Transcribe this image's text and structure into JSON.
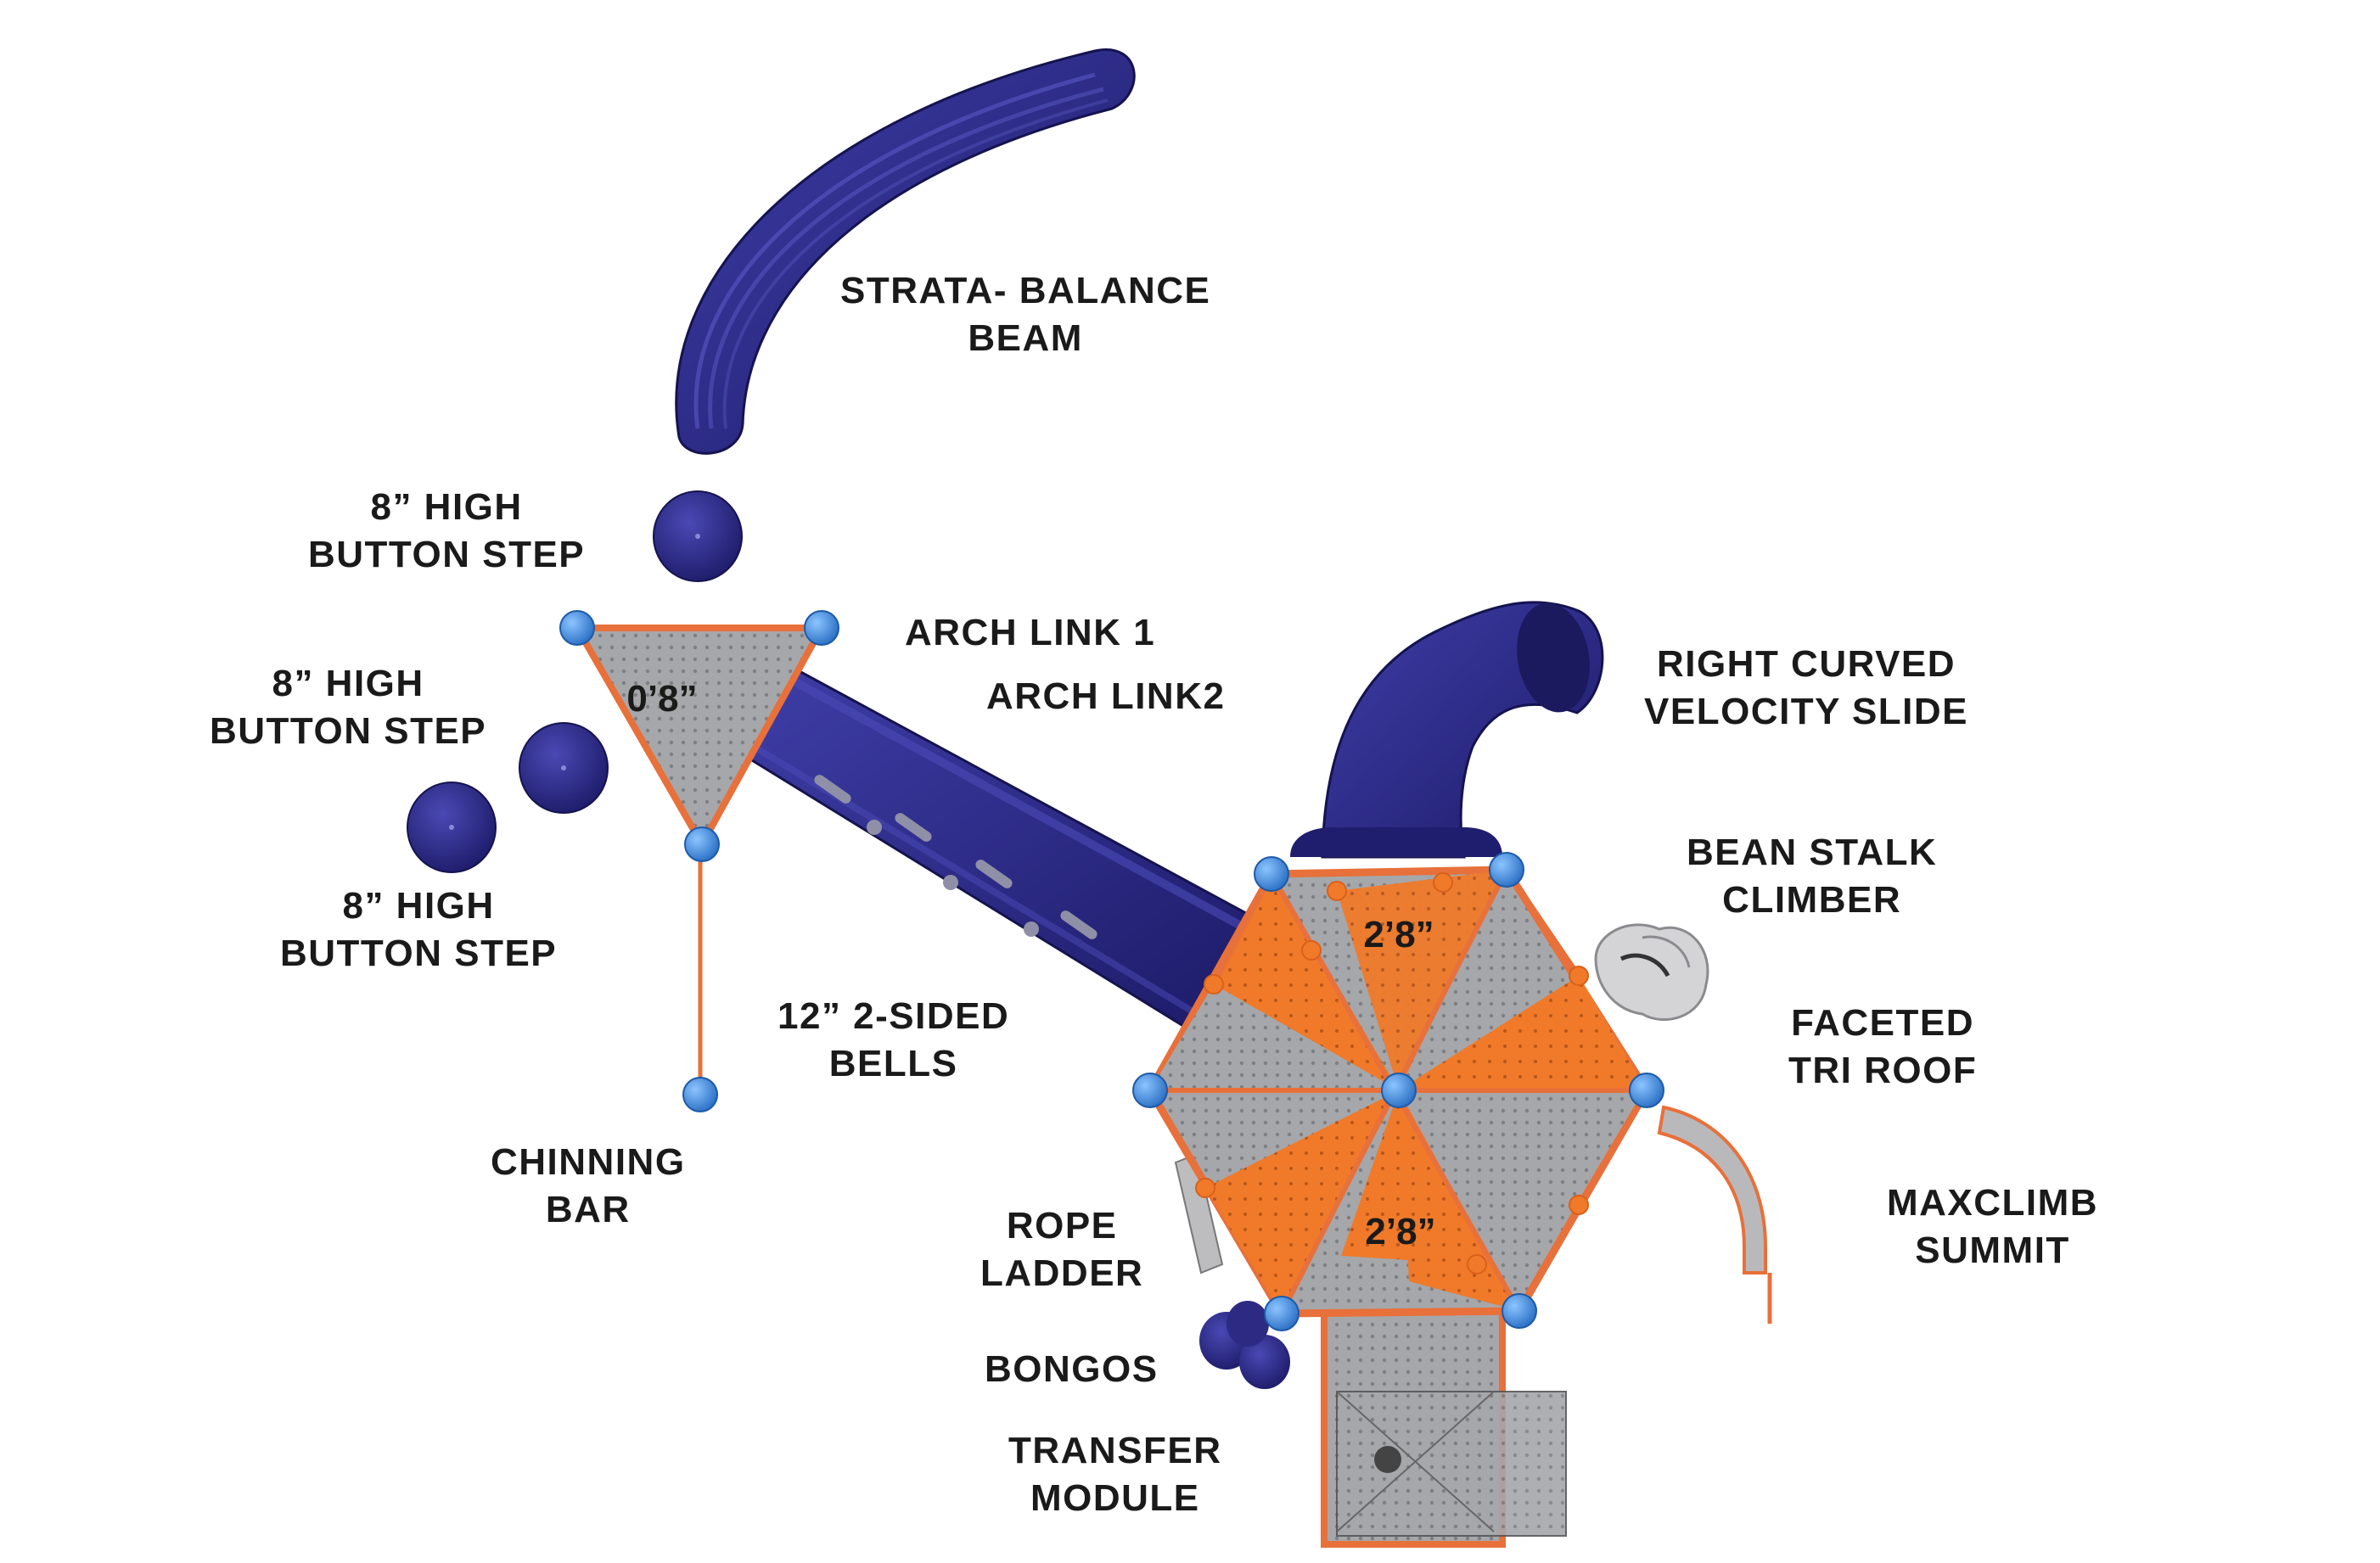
{
  "colors": {
    "navy": "#25237a",
    "navy_light": "#3b3a9e",
    "orange": "#f07a2a",
    "orange_dark": "#d9601a",
    "steel": "#a9aaad",
    "post_blue": "#3d8fe0",
    "label_text": "#1a1a1a"
  },
  "labels": {
    "balance_beam": [
      "STRATA- BALANCE",
      "BEAM"
    ],
    "button_step_1": [
      "8” HIGH",
      "BUTTON STEP"
    ],
    "button_step_2": [
      "8” HIGH",
      "BUTTON STEP"
    ],
    "button_step_3": [
      "8” HIGH",
      "BUTTON STEP"
    ],
    "arch_link_1": [
      "ARCH LINK 1"
    ],
    "arch_link_2": [
      "ARCH LINK2"
    ],
    "right_slide": [
      "RIGHT CURVED",
      "VELOCITY SLIDE"
    ],
    "bean_stalk": [
      "BEAN STALK",
      "CLIMBER"
    ],
    "tri_roof": [
      "FACETED",
      "TRI ROOF"
    ],
    "maxclimb": [
      "MAXCLIMB",
      "SUMMIT"
    ],
    "bells": [
      "12” 2-SIDED",
      "BELLS"
    ],
    "chinning_bar": [
      "CHINNING",
      "BAR"
    ],
    "rope_ladder": [
      "ROPE",
      "LADDER"
    ],
    "bongos": [
      "BONGOS"
    ],
    "transfer": [
      "TRANSFER",
      "MODULE"
    ]
  },
  "deck_heights": {
    "triangle_deck": "0’8”",
    "hex_top": "2’8”",
    "hex_bottom": "2’8”"
  }
}
